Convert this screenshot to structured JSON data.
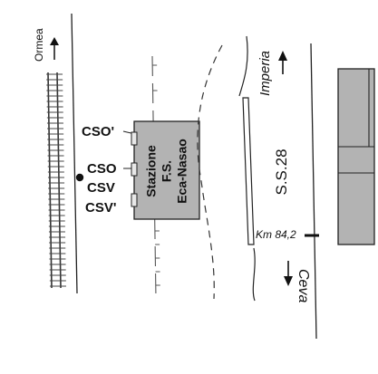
{
  "labels": {
    "ormea": "Ormea",
    "cso_top": "CSO'",
    "cso": "CSO",
    "csv": "CSV",
    "csv_prime": "CSV'",
    "station_line1": "Stazione",
    "station_line2": "F.S.",
    "station_line3": "Eca-Nasao",
    "imperia": "Imperia",
    "road": "S.S.28",
    "km": "Km 84,2",
    "ceva": "Ceva"
  },
  "colors": {
    "building_fill": "#b3b3b3",
    "stroke": "#222222",
    "background": "#ffffff"
  },
  "icons": {
    "north_arrow": "arrow-up-icon",
    "south_arrow": "arrow-down-icon",
    "sensor_point": "filled-circle-icon"
  }
}
